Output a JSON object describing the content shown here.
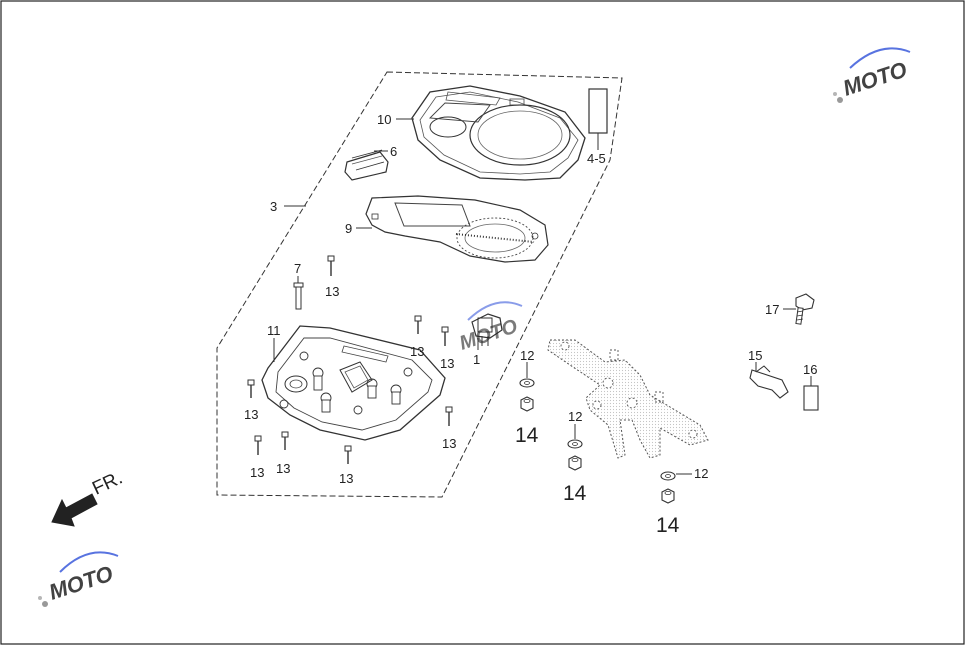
{
  "diagram": {
    "labels": {
      "l1": "1",
      "l3": "3",
      "l4_5": "4-5",
      "l6": "6",
      "l7": "7",
      "l9": "9",
      "l10": "10",
      "l11": "11",
      "l12": "12",
      "l13": "13",
      "l14": "14",
      "l15": "15",
      "l16": "16",
      "l17": "17"
    },
    "front_indicator": "FR."
  },
  "watermark": {
    "text": "MOTO",
    "color_red": "#d9302c",
    "color_blue": "#3b5bdb"
  }
}
